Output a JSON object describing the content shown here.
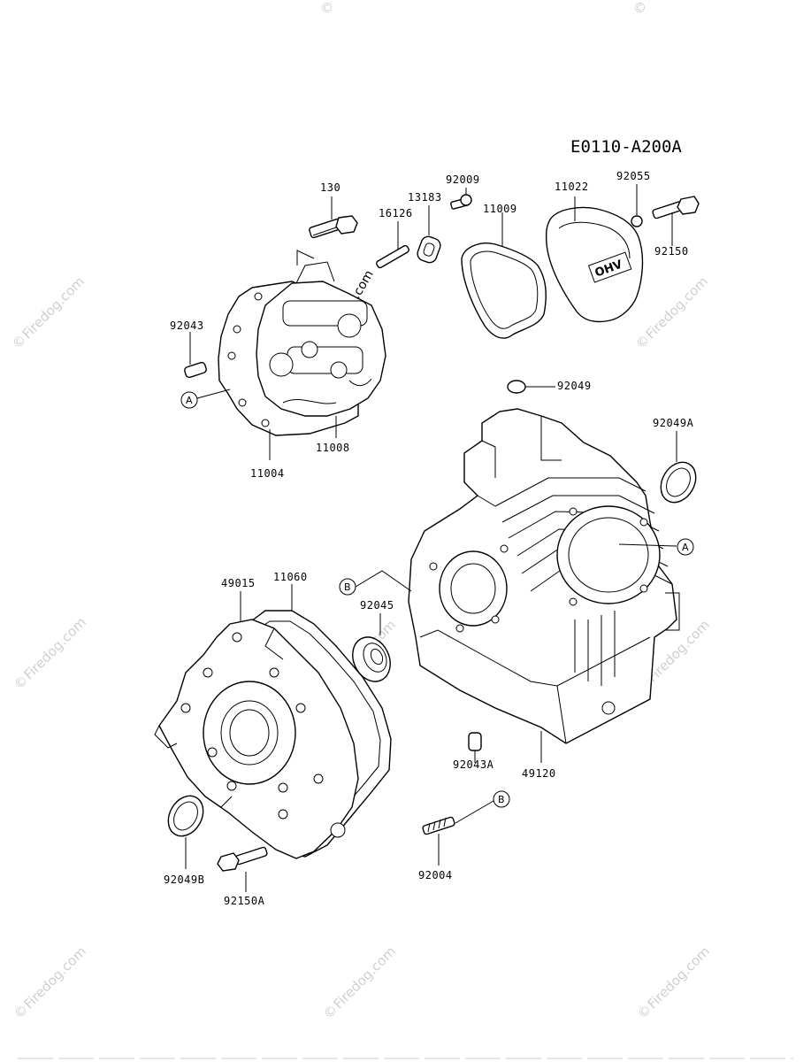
{
  "diagram": {
    "code": "E0110-A200A",
    "watermark": {
      "mark": "©",
      "text": "Firedog.com"
    },
    "parts": {
      "p130": "130",
      "p16126": "16126",
      "p13183": "13183",
      "p92009": "92009",
      "p11009": "11009",
      "p11022": "11022",
      "p92055": "92055",
      "p92150": "92150",
      "p92043": "92043",
      "p11008": "11008",
      "p11004": "11004",
      "p92049": "92049",
      "p92049A": "92049A",
      "p49015": "49015",
      "p11060": "11060",
      "p92045": "92045",
      "p92043A": "92043A",
      "p49120": "49120",
      "p92004": "92004",
      "p92049B": "92049B",
      "p92150A": "92150A"
    },
    "refs": {
      "a": "A",
      "b": "B"
    },
    "cover_badge": "OHV"
  }
}
